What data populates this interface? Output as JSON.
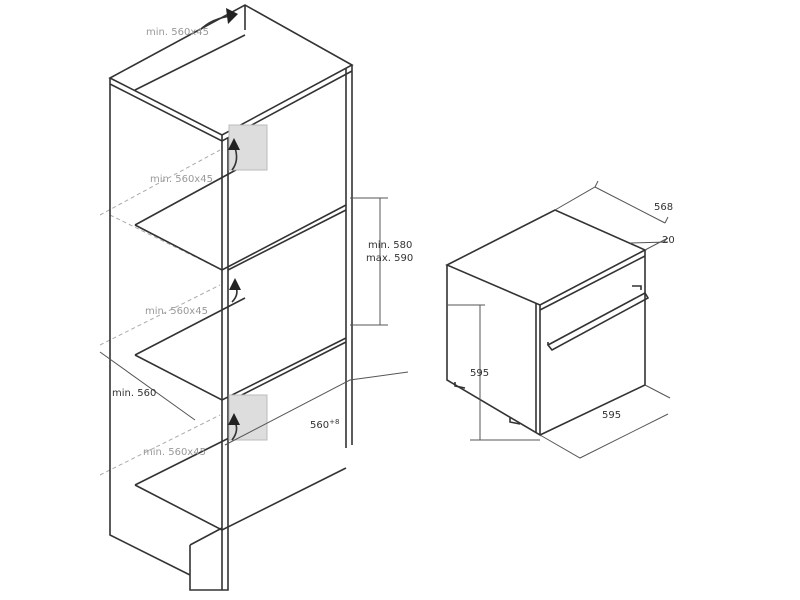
{
  "cabinet": {
    "vent_labels": [
      "min. 560x45",
      "min. 560x45",
      "min. 560x45",
      "min. 560x45"
    ],
    "niche_height": {
      "min": "min. 580",
      "max": "max. 590"
    },
    "niche_width": "min. 560",
    "niche_depth": "560",
    "niche_depth_tolerance": "+8"
  },
  "oven": {
    "depth": "568",
    "front_depth": "20",
    "height": "595",
    "width": "595"
  }
}
